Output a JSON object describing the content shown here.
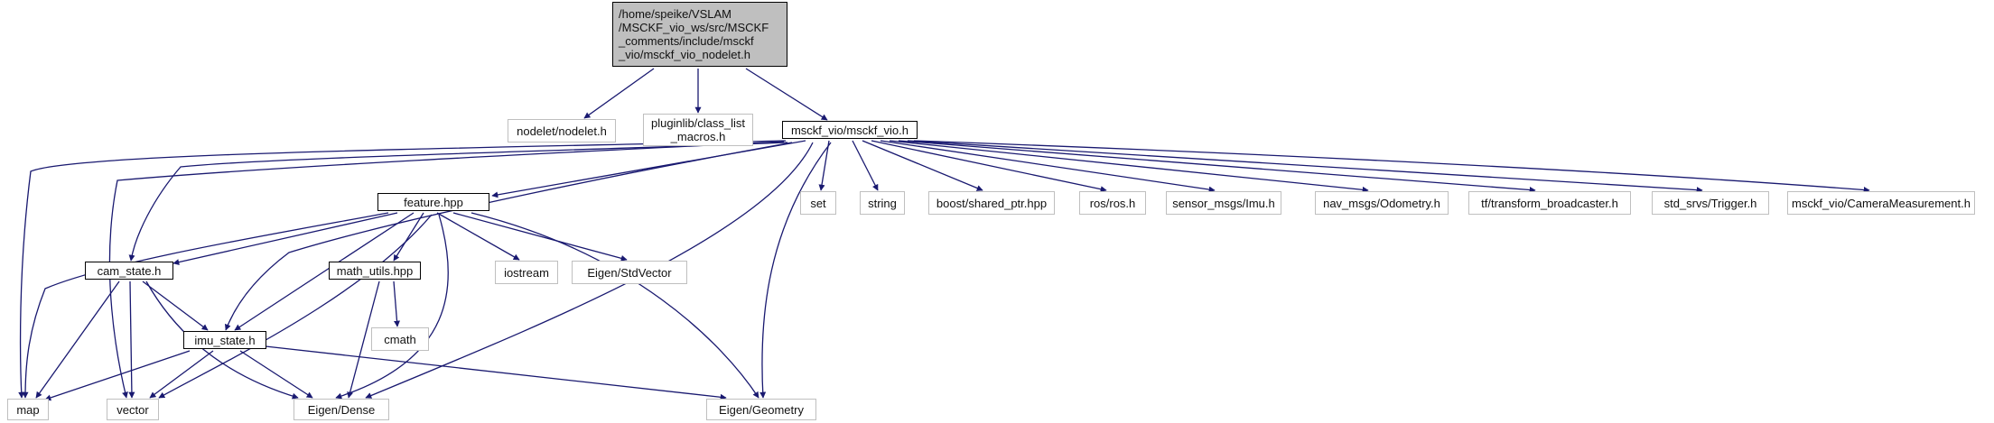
{
  "colors": {
    "edge": "#191970",
    "root_fill": "#bfbfbf",
    "local_border": "#000000",
    "external_border": "#bfbfbf"
  },
  "nodes": {
    "root": "/home/speike/VSLAM\n/MSCKF_vio_ws/src/MSCKF\n_comments/include/msckf\n_vio/msckf_vio_nodelet.h",
    "nodelet": "nodelet/nodelet.h",
    "pluginlib": "pluginlib/class_list\n_macros.h",
    "msckf_vio": "msckf_vio/msckf_vio.h",
    "feature": "feature.hpp",
    "set": "set",
    "string": "string",
    "shared_ptr": "boost/shared_ptr.hpp",
    "ros": "ros/ros.h",
    "imu_msg": "sensor_msgs/Imu.h",
    "odometry": "nav_msgs/Odometry.h",
    "tf": "tf/transform_broadcaster.h",
    "trigger": "std_srvs/Trigger.h",
    "camera_measurement": "msckf_vio/CameraMeasurement.h",
    "cam_state": "cam_state.h",
    "math_utils": "math_utils.hpp",
    "iostream": "iostream",
    "stdvector": "Eigen/StdVector",
    "cmath": "cmath",
    "imu_state": "imu_state.h",
    "map": "map",
    "vector": "vector",
    "dense": "Eigen/Dense",
    "geometry": "Eigen/Geometry"
  }
}
